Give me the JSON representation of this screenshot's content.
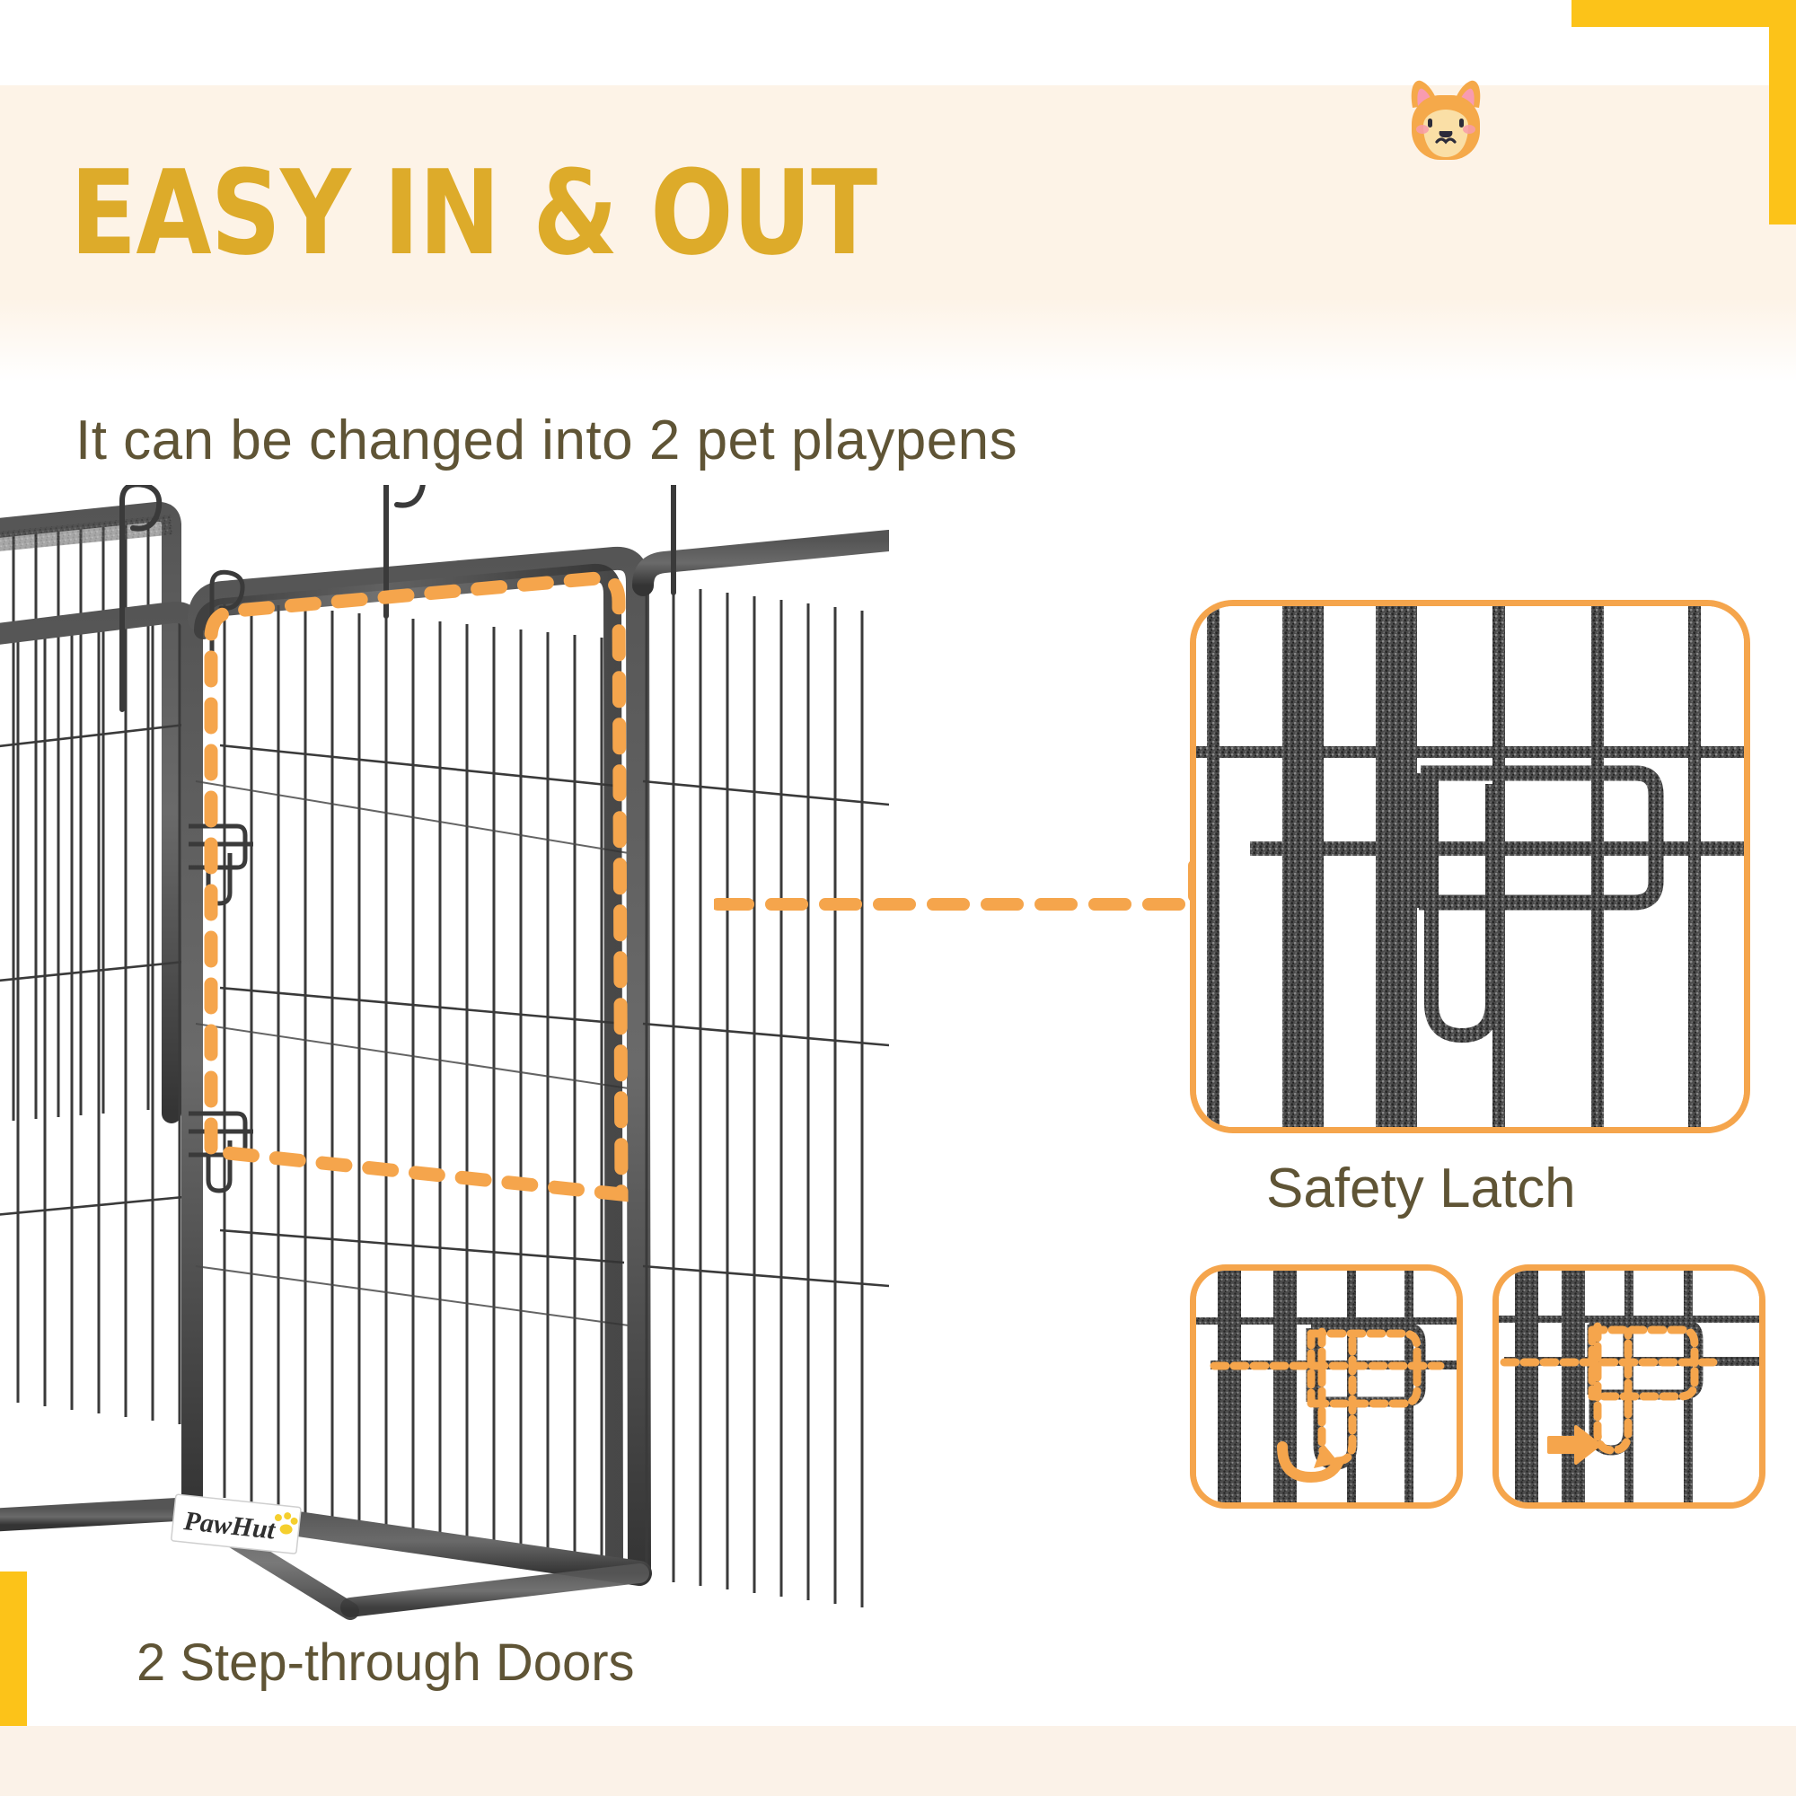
{
  "page": {
    "title": "EASY IN & OUT",
    "subtitle": "It can be changed into 2 pet playpens",
    "hero_caption": "2 Step-through Doors",
    "detail_label": "Safety Latch",
    "brand_logo_text": "PawHut"
  },
  "colors": {
    "accent_yellow": "#fcc319",
    "title_gold": "#ddab2a",
    "band_cream": "#fdf3e7",
    "bottom_band_cream": "#fbf2e8",
    "text_brown": "#5f5435",
    "highlight_orange": "#f5a54c",
    "metal_dark": "#4a4a4a",
    "mascot_orange": "#f5a94a",
    "mascot_cream": "#fadfa6",
    "mascot_pink": "#f89bb0"
  },
  "icons": {
    "mascot": "dog-face-icon",
    "brand_paw": "paw-print-icon",
    "rotate_arrow": "rotate-up-arrow-icon",
    "slide_arrow": "arrow-right-icon"
  },
  "detail_panels": [
    {
      "name": "safety-latch-closeup",
      "caption": "Safety Latch",
      "arrow": "none"
    },
    {
      "name": "latch-step-1",
      "caption": "",
      "arrow": "rotate-up-arrow-icon"
    },
    {
      "name": "latch-step-2",
      "caption": "",
      "arrow": "arrow-right-icon"
    }
  ]
}
